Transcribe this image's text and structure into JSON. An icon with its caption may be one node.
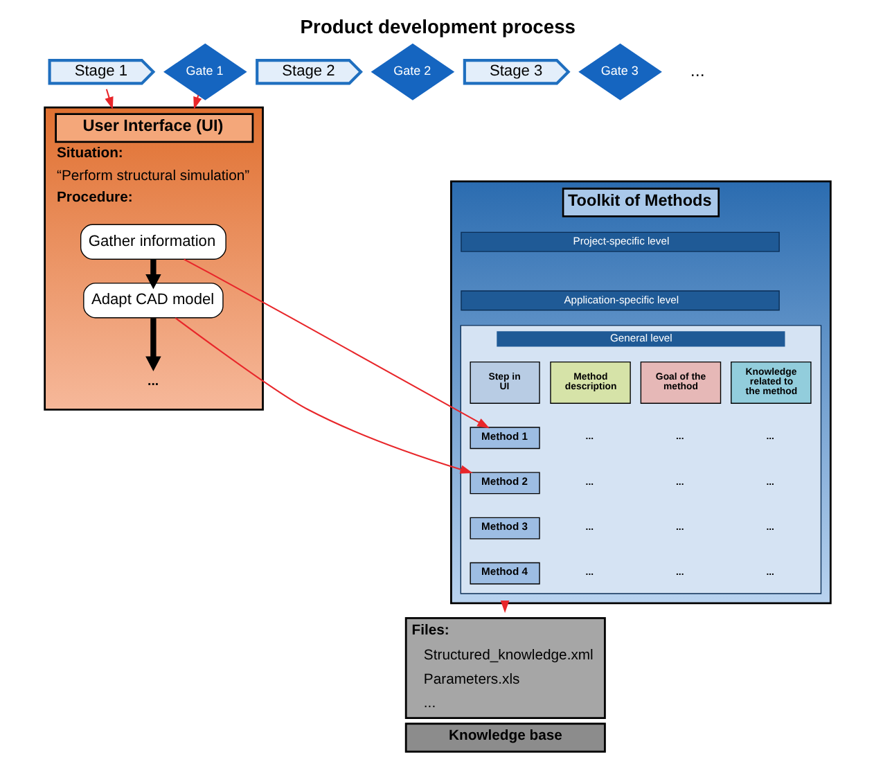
{
  "diagram": {
    "title": "Product development process",
    "nodes": [
      {
        "text": [
          "Stage 1"
        ]
      },
      {
        "text": [
          "Gate 1"
        ]
      },
      {
        "text": [
          "Stage 2"
        ]
      },
      {
        "text": [
          "Gate 2"
        ]
      },
      {
        "text": [
          "Stage 3"
        ]
      },
      {
        "text": [
          "Gate 3"
        ]
      },
      {
        "text": [
          "User Interface (UI)",
          "Situation:",
          "“Perform structural simulation”",
          "Procedure:"
        ]
      },
      {
        "text": [
          "Gather information"
        ],
        "in": 6
      },
      {
        "text": [
          "Adapt CAD model"
        ],
        "in": 6
      },
      {
        "text": [
          "..."
        ],
        "in": 6
      },
      {
        "text": [
          "Toolkit of Methods"
        ]
      },
      {
        "text": [
          "Project-specific level"
        ],
        "in": 10
      },
      {
        "text": [
          "Application-specific level"
        ],
        "in": 10
      },
      {
        "text": [
          "General level"
        ],
        "in": 10
      },
      {
        "text": [
          "Method 1"
        ],
        "in": 13
      },
      {
        "text": [
          "Method 2"
        ],
        "in": 13
      },
      {
        "text": [
          "Method 3"
        ],
        "in": 13
      },
      {
        "text": [
          "Method 4"
        ],
        "in": 13
      },
      {
        "text": [
          "Files:",
          "Structured_knowledge.xml",
          "Parameters.xls",
          "...",
          "Knowledge base"
        ]
      }
    ],
    "edges": [
      {
        "from": 0,
        "to": 6,
        "arrow": "to"
      },
      {
        "from": 1,
        "to": 6,
        "arrow": "to"
      },
      {
        "from": 7,
        "to": 14,
        "arrow": "to"
      },
      {
        "from": 8,
        "to": 15,
        "arrow": "to"
      },
      {
        "from": 7,
        "to": 8,
        "arrow": "to",
        "style": "thick",
        "color": "#000000"
      },
      {
        "from": 8,
        "to": 9,
        "arrow": "to",
        "style": "thick",
        "color": "#000000"
      },
      {
        "from": 10,
        "to": 18,
        "arrow": "to"
      }
    ],
    "labels": [
      "...",
      "Step in UI",
      "Method description",
      "Goal of the method",
      "Knowledge related to the method",
      "...",
      "...",
      "...",
      "...",
      "...",
      "...",
      "...",
      "...",
      "...",
      "...",
      "...",
      "..."
    ]
  }
}
